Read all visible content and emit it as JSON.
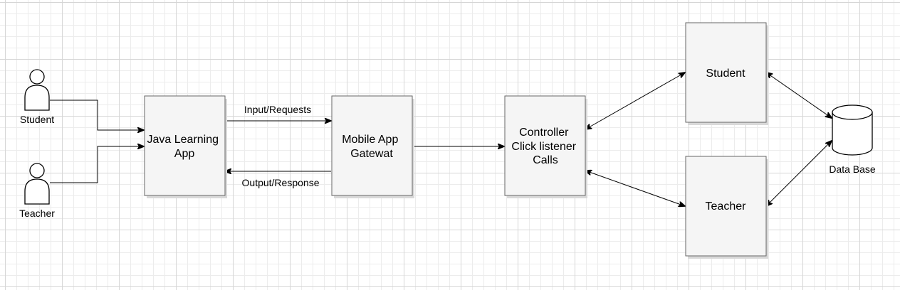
{
  "diagram": {
    "actors": {
      "student": "Student",
      "teacher": "Teacher"
    },
    "nodes": {
      "java_app": [
        "Java Learning",
        "App"
      ],
      "gateway": [
        "Mobile App",
        "Gatewat"
      ],
      "controller": [
        "Controller",
        "Click listener",
        "Calls"
      ],
      "student_box": "Student",
      "teacher_box": "Teacher"
    },
    "database": "Data Base",
    "edge_labels": {
      "input": "Input/Requests",
      "output": "Output/Response"
    },
    "colors": {
      "box_fill": "#f5f5f5",
      "box_stroke": "#666666",
      "line": "#000000",
      "grid": "#d6d6d6"
    },
    "icons": [
      "actor-icon",
      "database-icon"
    ]
  }
}
